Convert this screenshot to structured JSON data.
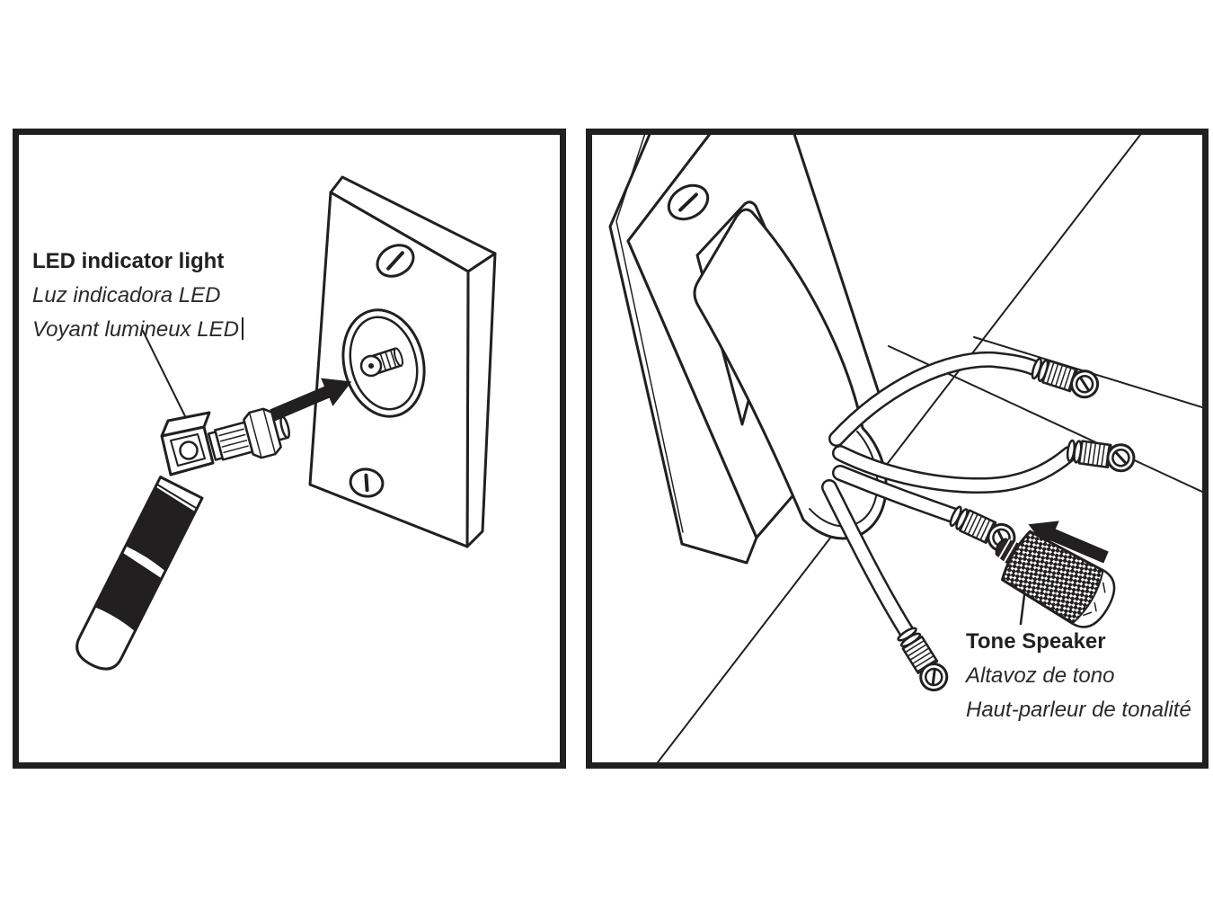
{
  "colors": {
    "ink": "#221f20",
    "paper": "#ffffff"
  },
  "left_panel": {
    "title": "LED indicator light",
    "subtitle_es": "Luz indicadora LED",
    "subtitle_fr": "Voyant lumineux LED"
  },
  "right_panel": {
    "title": "Tone Speaker",
    "subtitle_es": "Altavoz de tono",
    "subtitle_fr": "Haut-parleur de tonalité"
  }
}
